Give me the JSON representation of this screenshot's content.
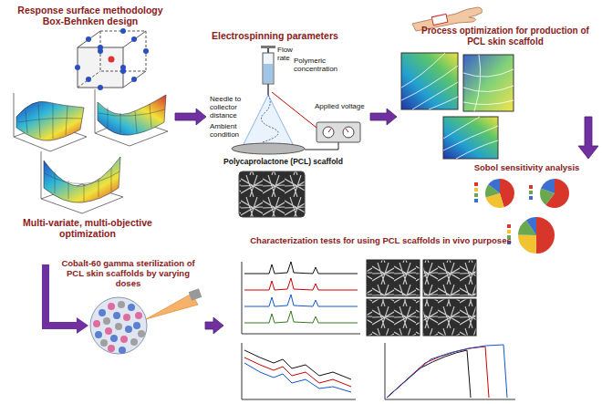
{
  "diagram": {
    "nodes": [
      {
        "text": [
          "Response surface methodology Box-Behnken design",
          "Multi-variate, multi-objective optimization"
        ]
      },
      {
        "text": [
          "Electrospinning parameters"
        ]
      },
      {
        "text": [
          "Process optimization for production of PCL skin scaffold",
          "Sobol sensitivity analysis"
        ]
      },
      {
        "text": [
          "Cobalt-60 gamma sterilization of PCL skin scaffolds by varying doses"
        ]
      },
      {
        "text": [
          "Characterization tests for using PCL scaffolds in vivo purposes"
        ]
      }
    ],
    "edges": [
      {
        "from": 0,
        "to": 1,
        "arrow": "to"
      },
      {
        "from": 1,
        "to": 2,
        "arrow": "to"
      },
      {
        "from": 3,
        "to": 4,
        "arrow": "to"
      }
    ],
    "labels": [
      "Flow rate",
      "Polymeric concentration",
      "Needle to collector distance",
      "Applied voltage",
      "Ambient condition",
      "Polycaprolactone (PCL) scaffold"
    ]
  }
}
